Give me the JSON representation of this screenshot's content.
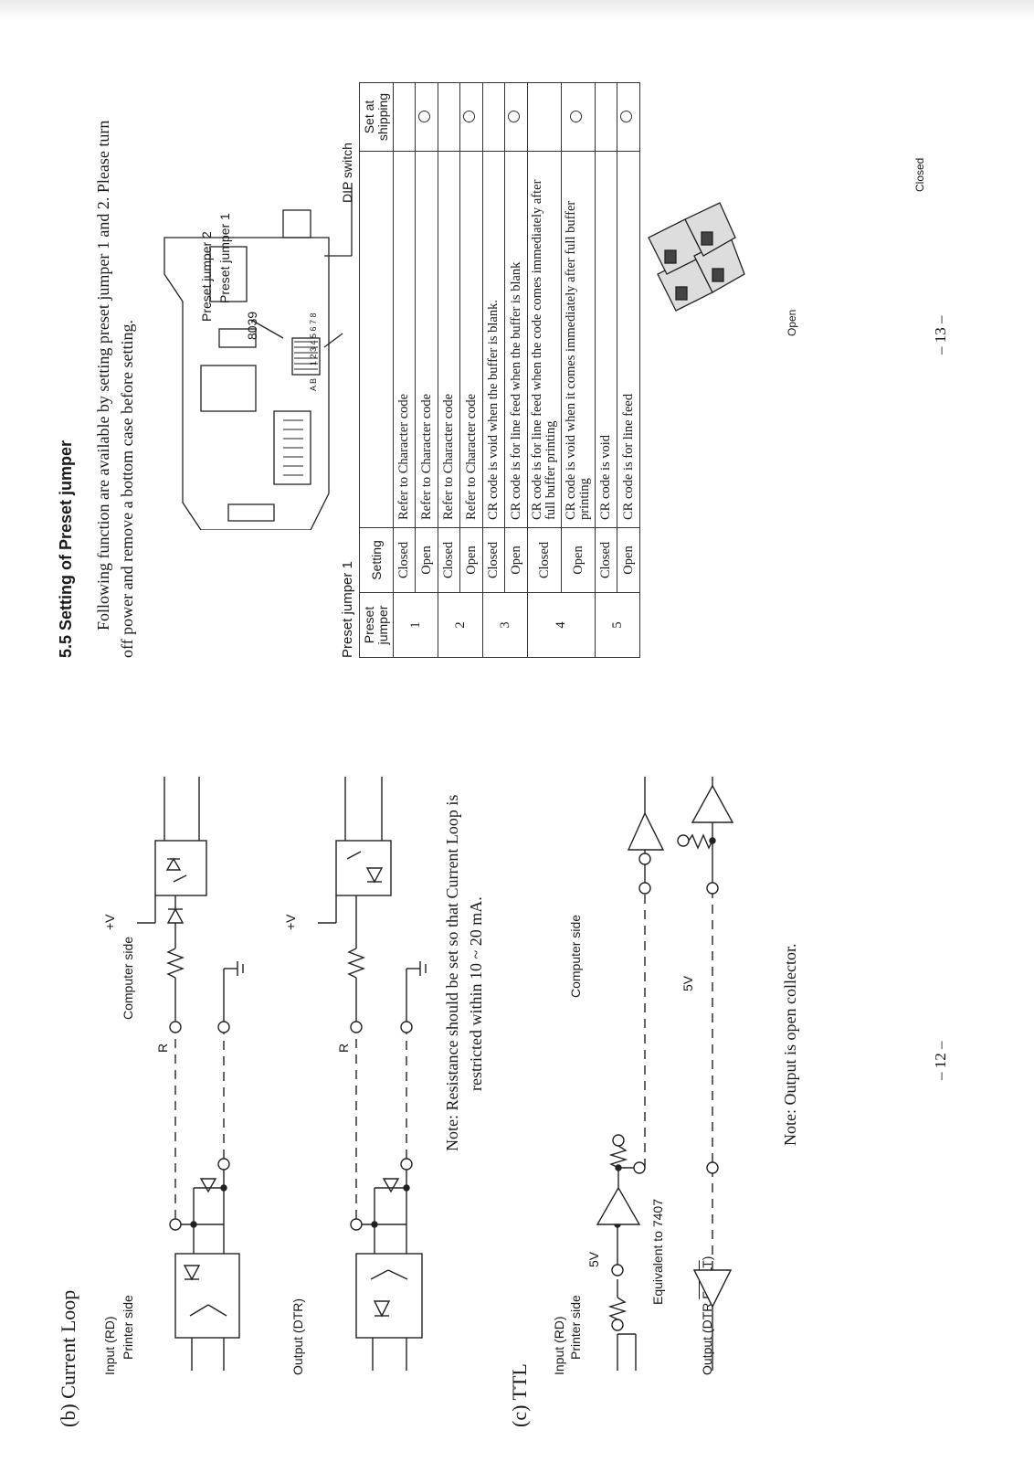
{
  "left_page": {
    "section_b_title": "(b) Current Loop",
    "input_rd": "Input (RD)",
    "printer_side": "Printer side",
    "computer_side": "Computer side",
    "plus_v": "+V",
    "r_label": "R",
    "output_dtr": "Output (DTR)",
    "note_current_loop_1": "Note:  Resistance should be set so that Current Loop is",
    "note_current_loop_2": "restricted within 10 ~ 20 mA.",
    "section_c_title": "(c) TTL",
    "ttl_input_rd": "Input (RD)",
    "ttl_printer_side": "Printer side",
    "ttl_computer_side": "Computer side",
    "five_v": "5V",
    "equivalent": "Equivalent to 7407",
    "ttl_output": "Output (DTR ",
    "ttl_output_fault": "FAULT",
    "ttl_output_close": ")",
    "note_ttl": "Note:  Output is open collector.",
    "page_number": "– 12 –"
  },
  "right_page": {
    "heading": "5.5  Setting of Preset jumper",
    "intro_1": "Following function are available by setting preset jumper 1 and 2.  Please turn",
    "intro_2": "off power and remove a bottom case before setting.",
    "board_labels": {
      "preset_jumper_2": "Preset jumper 2",
      "preset_jumper_1": "Preset jumper 1",
      "dip_switch": "DIP switch",
      "chip": "8039",
      "ab": "A B",
      "pin_numbers": "1 2 3 4 5 6 7 8"
    },
    "table_title": "Preset jumper 1",
    "table": {
      "headers": [
        "Preset jumper",
        "Setting",
        "",
        "Set at shipping"
      ],
      "rows": [
        {
          "jumper": "1",
          "setting": "Closed",
          "description": "Refer to Character code",
          "shipping": false
        },
        {
          "jumper": "",
          "setting": "Open",
          "description": "Refer to Character code",
          "shipping": true
        },
        {
          "jumper": "2",
          "setting": "Closed",
          "description": "Refer to Character code",
          "shipping": false
        },
        {
          "jumper": "",
          "setting": "Open",
          "description": "Refer to Character code",
          "shipping": true
        },
        {
          "jumper": "3",
          "setting": "Closed",
          "description": "CR code is void when the buffer is blank.",
          "shipping": false
        },
        {
          "jumper": "",
          "setting": "Open",
          "description": "CR code is for line feed when the buffer is blank",
          "shipping": true
        },
        {
          "jumper": "4",
          "setting": "Closed",
          "description": "CR code is for line feed when the code comes immediately after full buffer printing",
          "shipping": false
        },
        {
          "jumper": "",
          "setting": "Open",
          "description": "CR code is void when it comes immediately after full buffer printing",
          "shipping": true
        },
        {
          "jumper": "5",
          "setting": "Closed",
          "description": "CR code is void",
          "shipping": false
        },
        {
          "jumper": "",
          "setting": "Open",
          "description": "CR code is for line feed",
          "shipping": true
        }
      ]
    },
    "connector_open": "Open",
    "connector_closed": "Closed",
    "page_number": "– 13 –"
  }
}
